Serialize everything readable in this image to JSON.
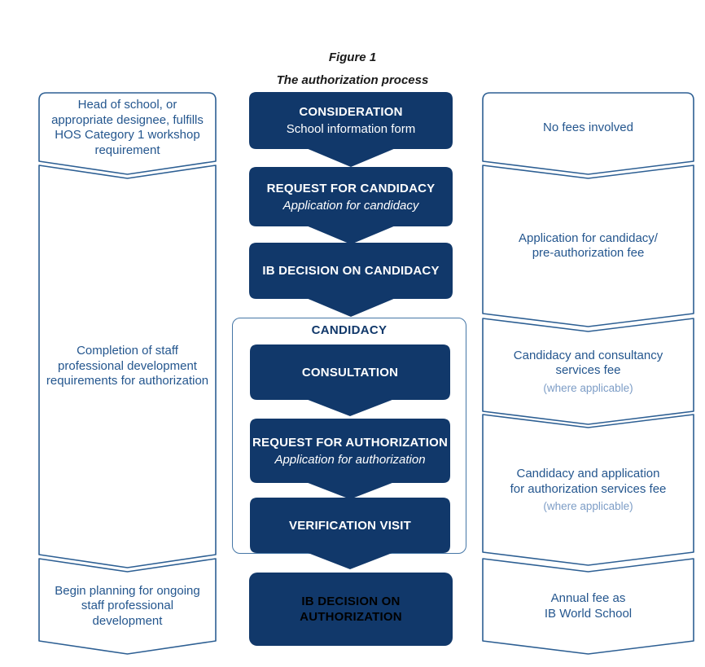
{
  "colors": {
    "navy": "#11386a",
    "border_blue": "#2d5f93",
    "text_blue": "#24568e",
    "note_blue": "#7d9dc6",
    "title_black": "#1a1a1a"
  },
  "figure": {
    "label": "Figure 1",
    "title": "The authorization process"
  },
  "left_column": [
    {
      "lines": [
        "Head of school, or",
        "appropriate designee, fulfills",
        "HOS Category 1 workshop",
        "requirement"
      ]
    },
    {
      "lines": [
        "Completion of staff",
        "professional development",
        "requirements for authorization"
      ]
    },
    {
      "lines": [
        "Begin planning for ongoing",
        "staff professional",
        "development"
      ]
    }
  ],
  "center": {
    "steps": [
      {
        "title": "CONSIDERATION",
        "subtitle": "School information form"
      },
      {
        "title": "REQUEST FOR CANDIDACY",
        "subtitle": "Application for candidacy"
      },
      {
        "title": "IB DECISION ON CANDIDACY"
      }
    ],
    "candidacy_label": "CANDIDACY",
    "candidacy_steps": [
      {
        "title": "CONSULTATION"
      },
      {
        "title": "REQUEST FOR AUTHORIZATION",
        "subtitle": "Application for authorization"
      },
      {
        "title": "VERIFICATION VISIT"
      }
    ],
    "final_step": {
      "title": "IB DECISION ON AUTHORIZATION"
    }
  },
  "right_column": [
    {
      "lines": [
        "No fees involved"
      ]
    },
    {
      "lines": [
        "Application for candidacy/",
        "pre-authorization fee"
      ]
    },
    {
      "lines": [
        "Candidacy and consultancy",
        "services fee"
      ],
      "note": "(where applicable)"
    },
    {
      "lines": [
        "Candidacy and application",
        "for authorization services fee"
      ],
      "note": "(where applicable)"
    },
    {
      "lines": [
        "Annual fee as",
        "IB World School"
      ]
    }
  ]
}
